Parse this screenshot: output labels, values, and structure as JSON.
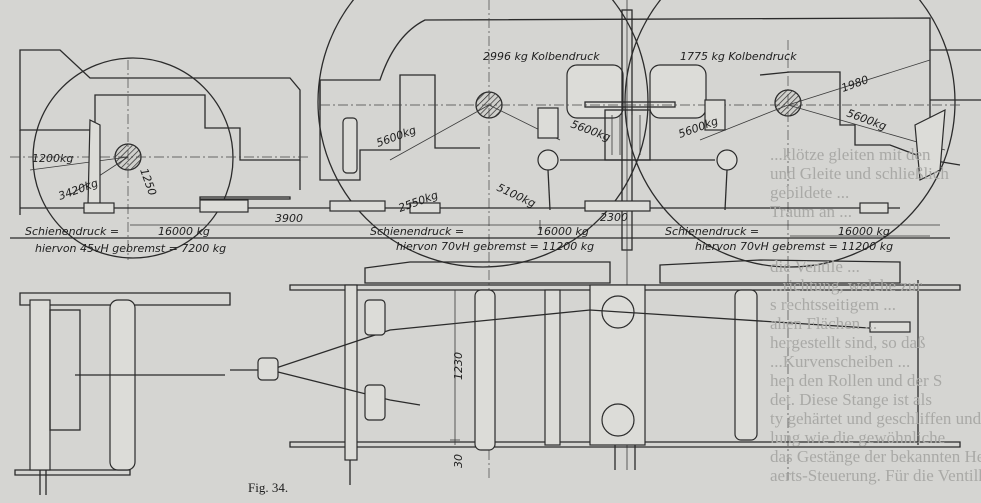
{
  "figure": {
    "caption": "Fig. 34.",
    "labels": {
      "piston_force_left": "2996 kg Kolbendruck",
      "piston_force_right": "1775 kg Kolbendruck",
      "dim_1980": "1980",
      "force_5600_a": "5600kg",
      "force_5600_b": "5600kg",
      "force_5600_c": "5600kg",
      "force_5600_d": "5600kg",
      "force_1200": "1200kg",
      "force_3420": "3420kg",
      "dim_1250": "1250",
      "force_2550": "2550kg",
      "force_5100": "5100kg",
      "dim_3900": "3900",
      "dim_2300": "2300",
      "dim_1230": "1230",
      "dim_30": "30"
    },
    "axles": [
      {
        "rail_pressure_label": "Schienendruck =",
        "rail_pressure": "16000 kg",
        "braked": "hiervon 45vH gebremst = 7200 kg"
      },
      {
        "rail_pressure_label": "Schienendruck =",
        "rail_pressure": "16000 kg",
        "braked": "hiervon 70vH gebremst = 11200 kg"
      },
      {
        "rail_pressure_label": "Schienendruck =",
        "rail_pressure": "16000 kg",
        "braked": "hiervon 70vH gebremst = 11200 kg"
      }
    ]
  },
  "bleed_through_text": [
    "...klötze gleiten mit den",
    "und Gleite und schließlich",
    "gebildete ...",
    "Traum an ...",
    "die Ventile ...",
    "...richtung, welche zur",
    "s rechtsseitigem ...",
    "ahen Flächen ...",
    "hergestellt sind, so daß",
    "...Kurvenscheiben ...",
    "hen den Rollen und der S",
    "det. Diese Stange ist als",
    "ty gehärtet und geschliffen und",
    "lung wie die gewöhnliche",
    "das Gestänge der bekannten Heusinger",
    "aerts-Steuerung. Für die Ventilhebung"
  ]
}
